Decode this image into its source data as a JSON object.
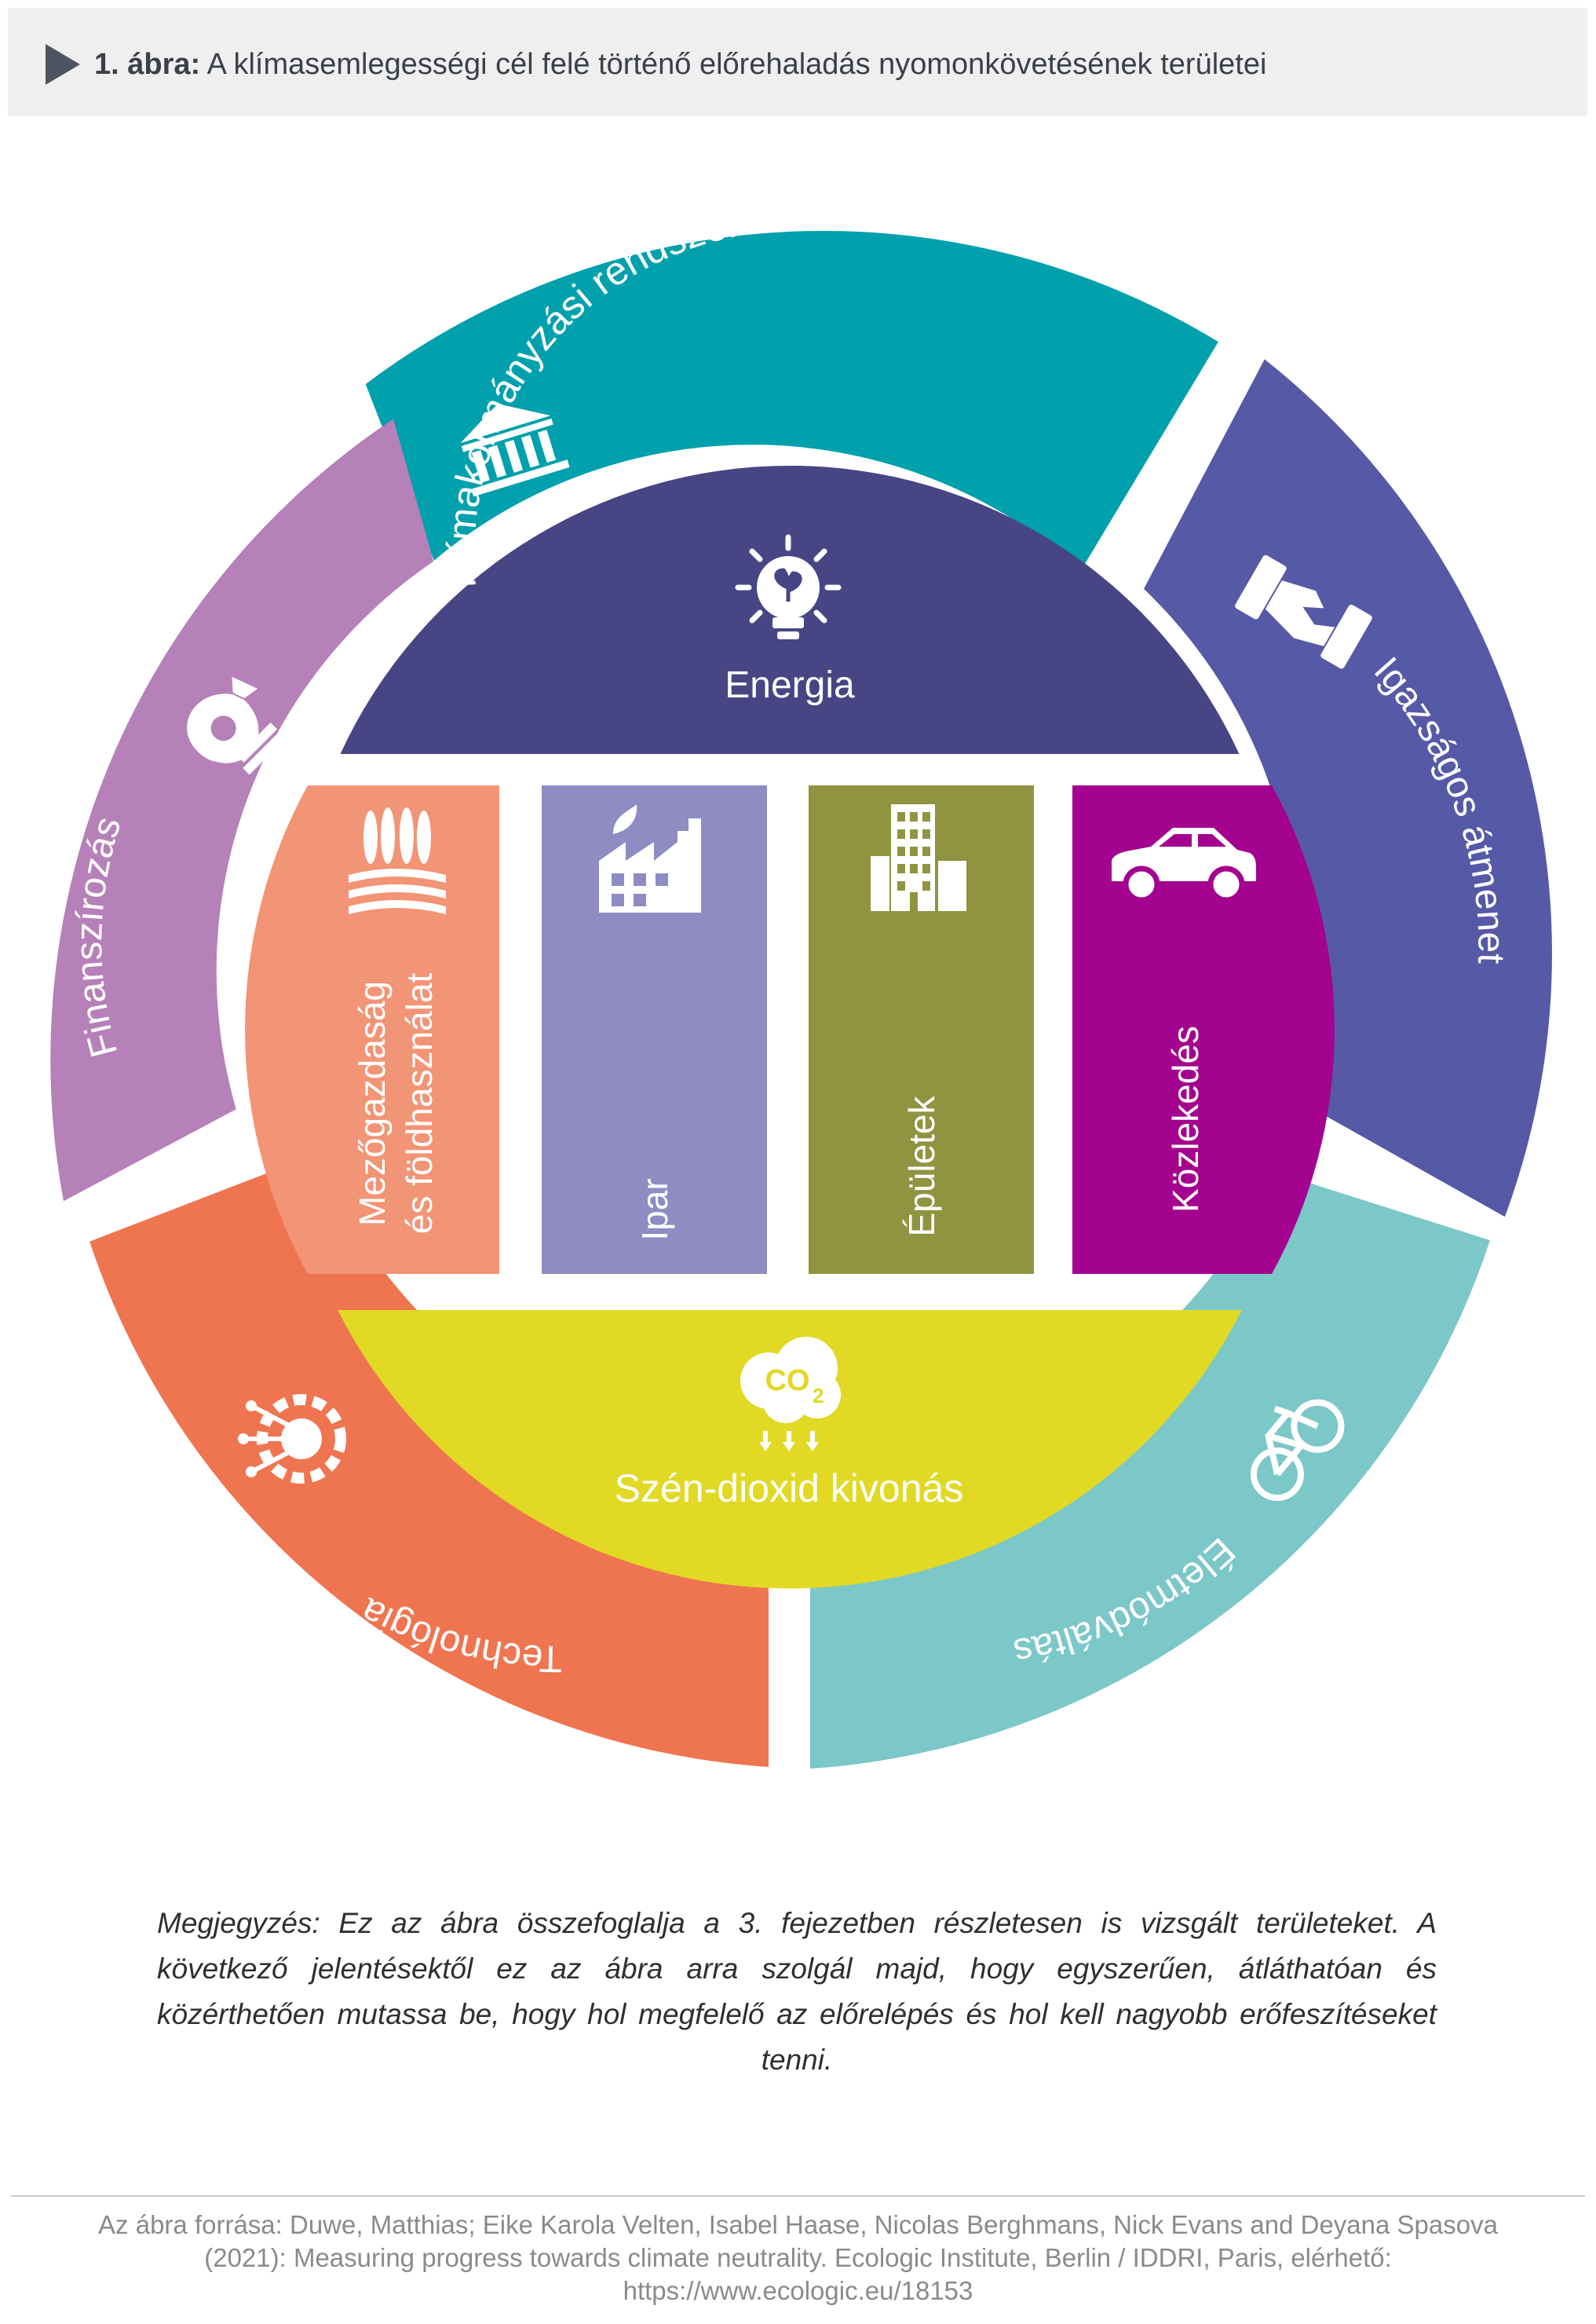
{
  "header": {
    "figure_number": "1. ábra:",
    "title": "A klímasemlegességi cél felé történő előrehaladás nyomonkövetésének területei"
  },
  "diagram": {
    "outer_ring": [
      {
        "label": "Klímakormányzási rendszer",
        "color": "#00a0ad",
        "icon": "government-building-icon"
      },
      {
        "label": "Igazságos átmenet",
        "color": "#5659a6",
        "icon": "handshake-icon"
      },
      {
        "label": "Életmódváltás",
        "color": "#7cc7c8",
        "icon": "bicycle-icon"
      },
      {
        "label": "Technológia",
        "color": "#ef7550",
        "icon": "gear-circuit-icon"
      },
      {
        "label": "Finanszírozás",
        "color": "#b680b8",
        "icon": "money-bag-icon"
      }
    ],
    "inner": {
      "top": {
        "label": "Energia",
        "color": "#474584",
        "icon": "lightbulb-leaf-icon"
      },
      "bottom": {
        "label": "Szén-dioxid kivonás",
        "color": "#e1d924",
        "icon": "co2-cloud-icon",
        "icon_text": "CO",
        "icon_sub": "2"
      },
      "sectors": [
        {
          "line1": "Mezőgazdaság",
          "line2": "és földhasználat",
          "color": "#f29476",
          "icon": "wheat-field-icon"
        },
        {
          "line1": "Ipar",
          "line2": "",
          "color": "#8e8cc3",
          "icon": "factory-icon"
        },
        {
          "line1": "Épületek",
          "line2": "",
          "color": "#909440",
          "icon": "buildings-icon"
        },
        {
          "line1": "Közlekedés",
          "line2": "",
          "color": "#a3038e",
          "icon": "car-icon"
        }
      ]
    }
  },
  "note": "Megjegyzés: Ez az ábra összefoglalja a 3. fejezetben részletesen is vizsgált területeket. A következő jelentésektől ez az ábra arra szolgál majd, hogy egyszerűen, átláthatóan és közérthetően mutassa be, hogy hol megfelelő az előrelépés és hol kell nagyobb erőfeszítéseket tenni.",
  "source": "Az ábra forrása: Duwe, Matthias; Eike Karola Velten, Isabel Haase, Nicolas Berghmans, Nick Evans and Deyana Spasova (2021): Measuring progress towards climate neutrality. Ecologic Institute, Berlin / IDDRI, Paris, elérhető: https://www.ecologic.eu/18153"
}
